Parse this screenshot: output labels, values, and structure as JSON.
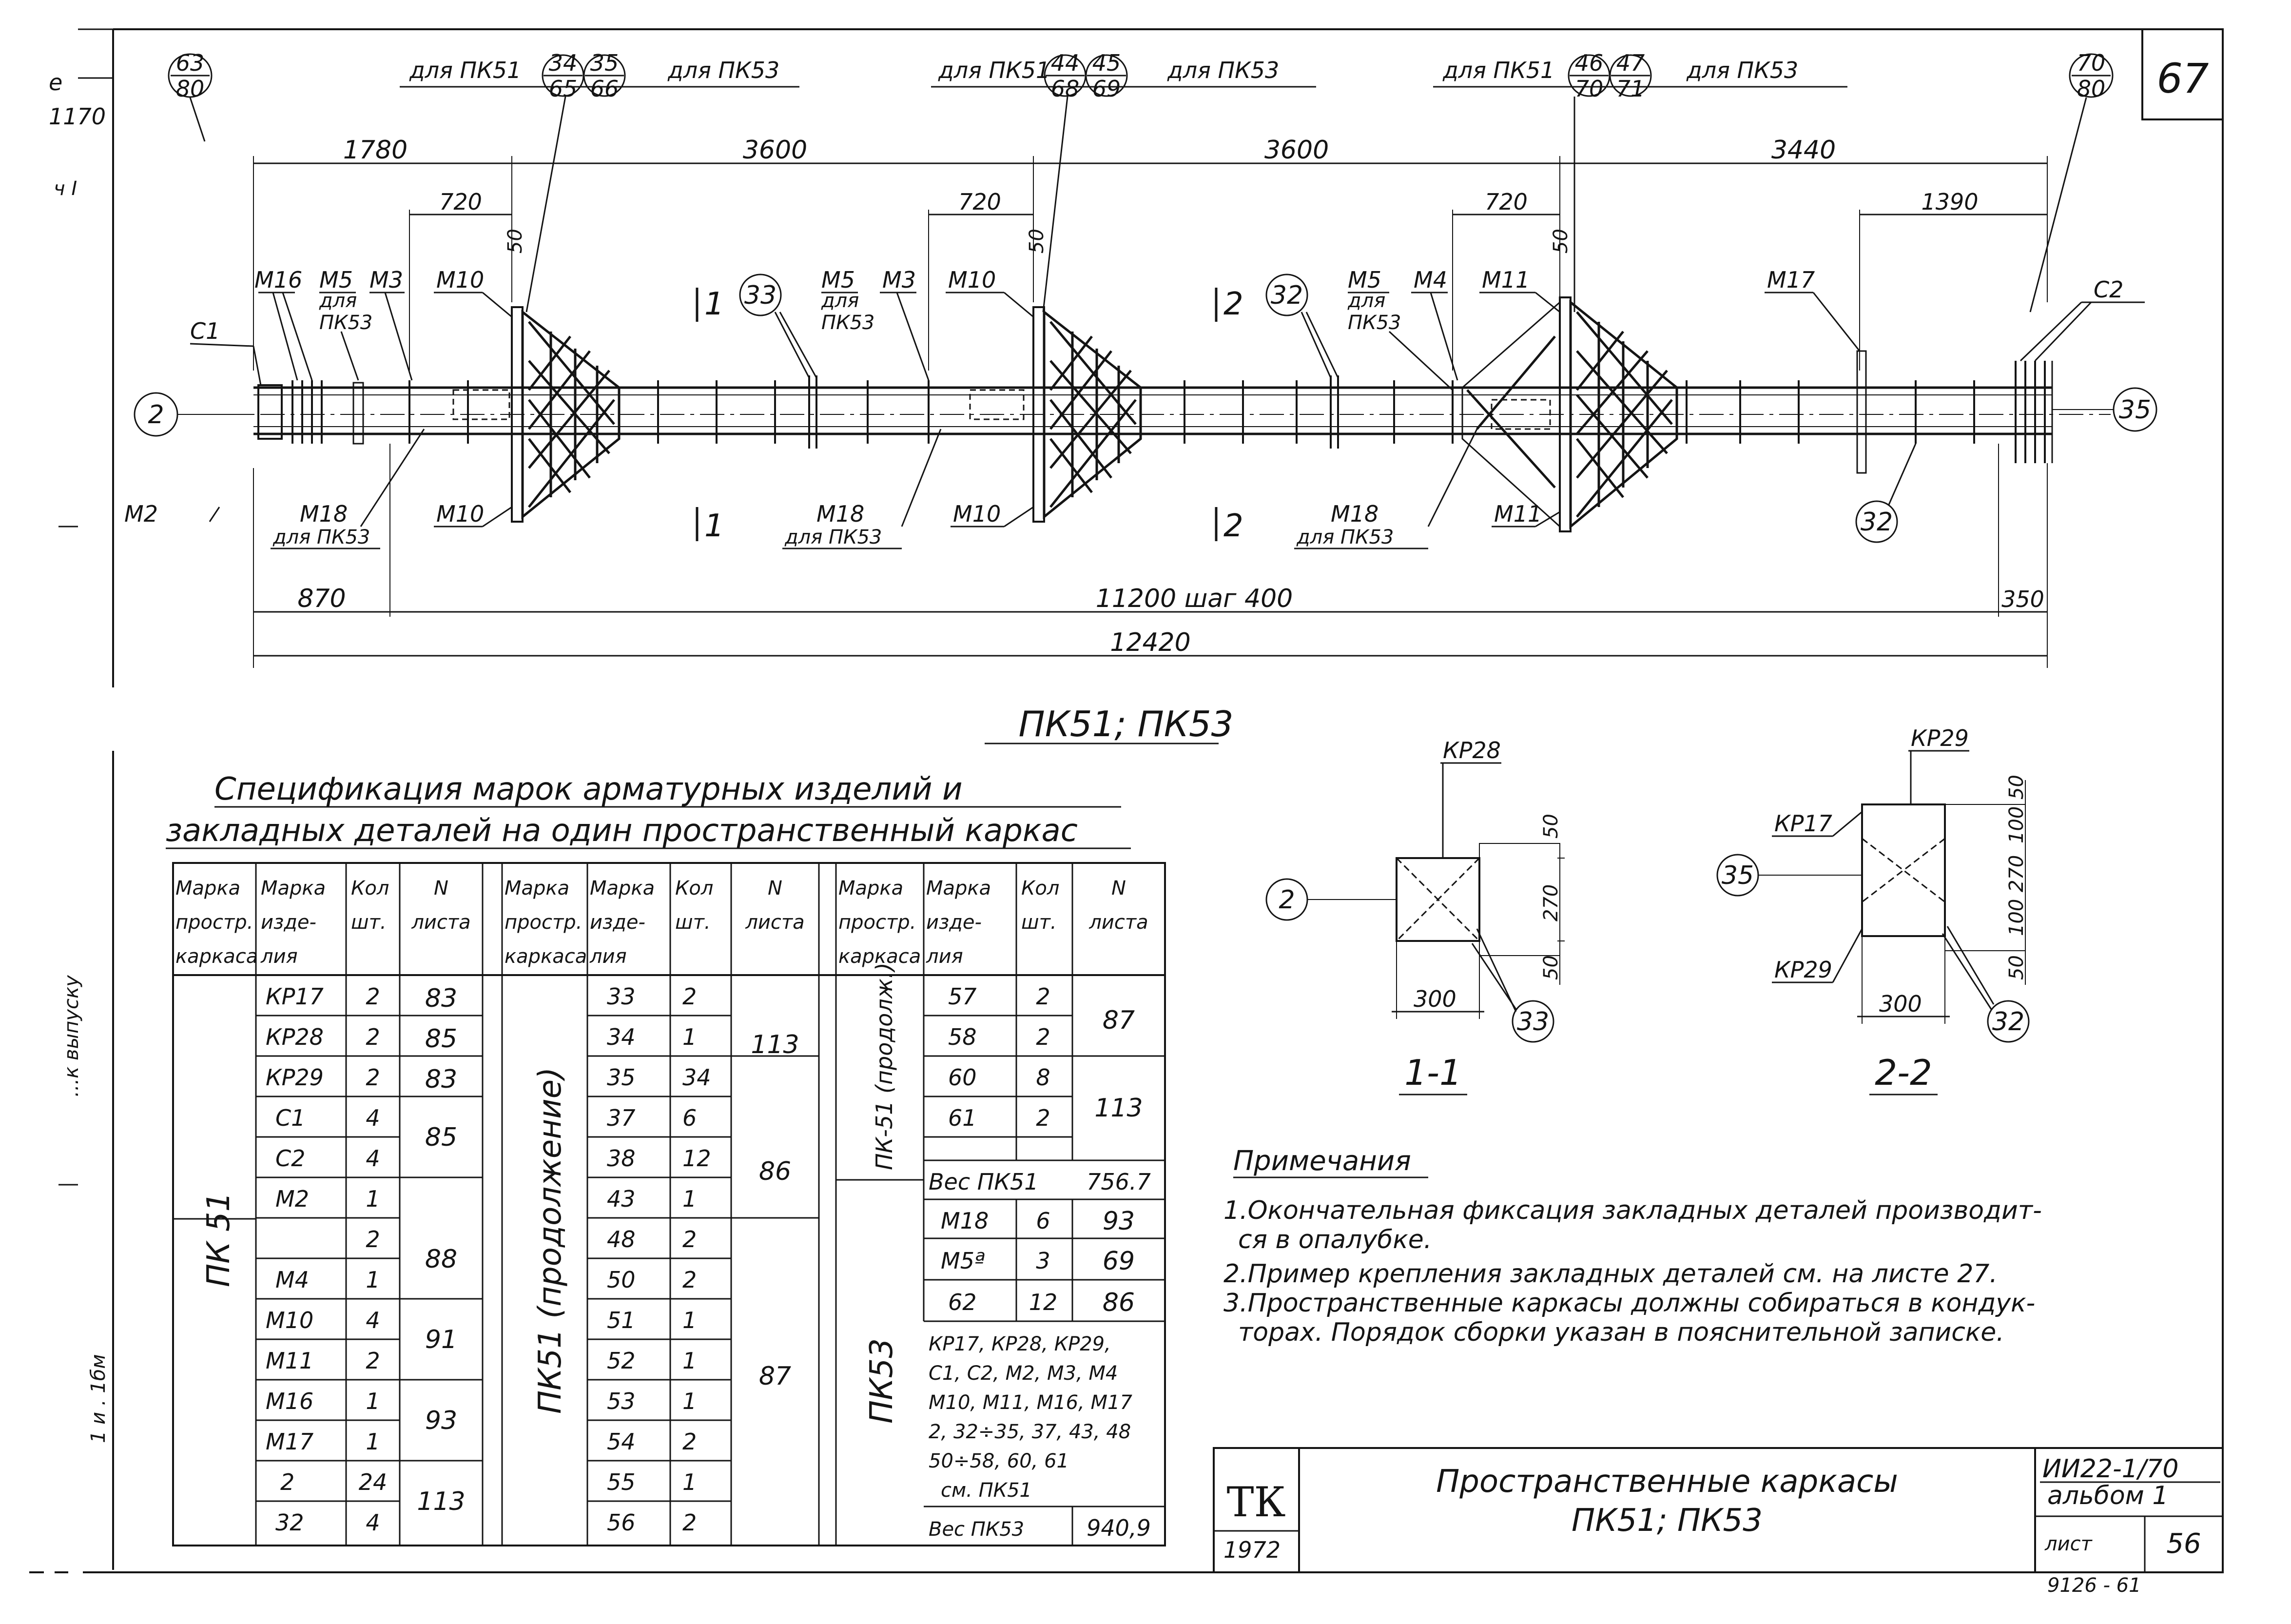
{
  "sheet": {
    "number": "67",
    "left_edge_marks": [
      "е",
      "1170",
      "ч I"
    ],
    "left_edge_vertical": "...к выпуску",
    "left_edge_bottom": "1 и . 1бм"
  },
  "drawing": {
    "top_refs": {
      "left_circle": {
        "top": "63",
        "bottom": "80"
      },
      "right_circle": {
        "top": "70",
        "bottom": "80"
      },
      "groups": [
        {
          "left_text": "для ПК51",
          "c1_top": "34",
          "c1_bottom": "65",
          "c2_top": "35",
          "c2_bottom": "66",
          "right_text": "для ПК53"
        },
        {
          "left_text": "для ПК51",
          "c1_top": "44",
          "c1_bottom": "68",
          "c2_top": "45",
          "c2_bottom": "69",
          "right_text": "для ПК53"
        },
        {
          "left_text": "для ПК51",
          "c1_top": "46",
          "c1_bottom": "70",
          "c2_top": "47",
          "c2_bottom": "71",
          "right_text": "для ПК53"
        }
      ]
    },
    "dims": {
      "top_segments": [
        "1780",
        "3600",
        "3600",
        "3440"
      ],
      "sub_segments": [
        "720",
        "720",
        "720",
        "1390"
      ],
      "offset_50": "50",
      "bottom_left": "870",
      "bottom_mid": "11200  шаг 400",
      "bottom_right": "350",
      "total": "12420"
    },
    "labels": {
      "C1": "С1",
      "C2": "С2",
      "M2": "М2",
      "M16": "М16",
      "M5": "М5",
      "for_PK53_1": "для",
      "for_PK53_2": "ПК53",
      "M3": "М3",
      "M4": "М4",
      "M10": "М10",
      "M11": "М11",
      "M17": "М17",
      "M18": "М18",
      "for_PK53_line": "для ПК53",
      "section_1": "1",
      "section_2": "2"
    },
    "circles": {
      "end_left": "2",
      "end_right": "35",
      "c33": "33",
      "c32a": "32",
      "c32b": "32"
    }
  },
  "title_pk": "ПК51; ПК53",
  "spec": {
    "title_line1": "Спецификация марок арматурных изделий и",
    "title_line2": "закладных деталей на один пространственный каркас",
    "headers": [
      "Марка простр. каркаса",
      "Марка изде- лия",
      "Кол. шт.",
      "N листа"
    ],
    "header_lines": {
      "a": [
        "Марка",
        "простр.",
        "каркаса"
      ],
      "b": [
        "Марка",
        "изде-",
        "лия"
      ],
      "c": [
        "Кол",
        "шт."
      ],
      "d": [
        "N",
        "листа"
      ]
    },
    "block1_label": "ПК 51",
    "block1": [
      {
        "item": "КР17",
        "qty": "2",
        "sheet": "83"
      },
      {
        "item": "КР28",
        "qty": "2",
        "sheet": "85"
      },
      {
        "item": "КР29",
        "qty": "2",
        "sheet": "83"
      },
      {
        "item": "С1",
        "qty": "4",
        "sheet": "85"
      },
      {
        "item": "С2",
        "qty": "4",
        "sheet": ""
      },
      {
        "item": "М2",
        "qty": "1",
        "sheet": "88"
      },
      {
        "item": "",
        "qty": "2",
        "sheet": ""
      },
      {
        "item": "М4",
        "qty": "1",
        "sheet": ""
      },
      {
        "item": "М10",
        "qty": "4",
        "sheet": "91"
      },
      {
        "item": "М11",
        "qty": "2",
        "sheet": ""
      },
      {
        "item": "М16",
        "qty": "1",
        "sheet": "93"
      },
      {
        "item": "М17",
        "qty": "1",
        "sheet": ""
      },
      {
        "item": "2",
        "qty": "24",
        "sheet": "113"
      },
      {
        "item": "32",
        "qty": "4",
        "sheet": ""
      }
    ],
    "block2_label": "ПК51 (продолжение)",
    "block2": [
      {
        "item": "33",
        "qty": "2"
      },
      {
        "item": "34",
        "qty": "1"
      },
      {
        "item": "35",
        "qty": "34"
      },
      {
        "item": "37",
        "qty": "6"
      },
      {
        "item": "38",
        "qty": "12"
      },
      {
        "item": "43",
        "qty": "1"
      },
      {
        "item": "48",
        "qty": "2"
      },
      {
        "item": "50",
        "qty": "2"
      },
      {
        "item": "51",
        "qty": "1"
      },
      {
        "item": "52",
        "qty": "1"
      },
      {
        "item": "53",
        "qty": "1"
      },
      {
        "item": "54",
        "qty": "2"
      },
      {
        "item": "55",
        "qty": "1"
      },
      {
        "item": "56",
        "qty": "2"
      }
    ],
    "block2_sheets": [
      "113",
      "86",
      "87"
    ],
    "block3_label": "ПК-51 (продолж.)",
    "block3": [
      {
        "item": "57",
        "qty": "2"
      },
      {
        "item": "58",
        "qty": "2"
      },
      {
        "item": "60",
        "qty": "8"
      },
      {
        "item": "61",
        "qty": "2"
      }
    ],
    "block3_sheets": [
      "87",
      "113"
    ],
    "weight_pk51_label": "Вес ПК51",
    "weight_pk51_value": "756.7",
    "block4_label": "ПК53",
    "block4": [
      {
        "item": "М18",
        "qty": "6",
        "sheet": "93"
      },
      {
        "item": "М5ª",
        "qty": "3",
        "sheet": "69"
      },
      {
        "item": "62",
        "qty": "12",
        "sheet": "86"
      }
    ],
    "block4_note": [
      "КР17, КР28, КР29,",
      "С1, С2, М2, М3, М4",
      "М10, М11, М16, М17",
      "2, 32÷35, 37, 43, 48",
      "50÷58, 60, 61",
      "см. ПК51"
    ],
    "weight_pk53_label": "Вес ПК53",
    "weight_pk53_value": "940,9"
  },
  "sections": {
    "s1": {
      "label": "1-1",
      "kp": "КР28",
      "circle_left": "2",
      "circle_right": "33",
      "dims": [
        "50",
        "270",
        "50",
        "300"
      ]
    },
    "s2": {
      "label": "2-2",
      "kp_top": "КР29",
      "kp17": "КР17",
      "kp29b": "КР29",
      "circle_left": "35",
      "circle_right": "32",
      "dims": [
        "50",
        "100",
        "270",
        "100",
        "50",
        "300"
      ]
    }
  },
  "notes": {
    "heading": "Примечания",
    "lines": [
      "1.Окончательная фиксация закладных деталей производит-",
      "ся в опалубке.",
      "2.Пример крепления закладных деталей см. на листе 27.",
      "3.Пространственные каркасы должны собираться в кондук-",
      "торах. Порядок сборки указан в пояснительной записке."
    ]
  },
  "stamp": {
    "logo": "ТК",
    "year": "1972",
    "title_line1": "Пространственные каркасы",
    "title_line2": "ПК51; ПК53",
    "series": "ИИ22-1/70",
    "album": "альбом 1",
    "sheet_label": "лист",
    "sheet_value": "56",
    "bottom_code": "9126 - 61"
  }
}
